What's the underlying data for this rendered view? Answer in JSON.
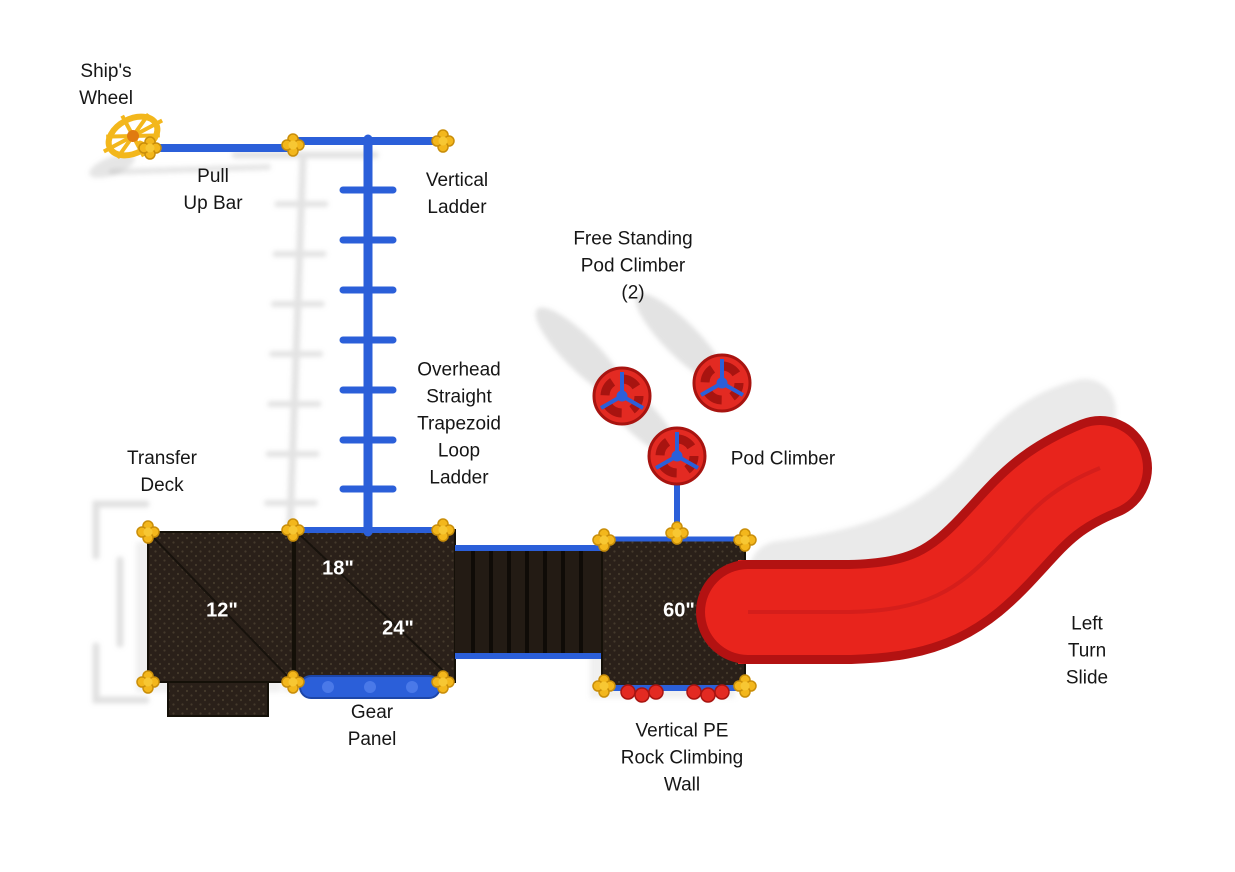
{
  "labels": {
    "ships_wheel": "Ship's\nWheel",
    "pull_up_bar": "Pull\nUp Bar",
    "vertical_ladder": "Vertical\nLadder",
    "free_standing_pod_climber": "Free Standing\nPod Climber\n(2)",
    "overhead_ladder": "Overhead\nStraight\nTrapezoid\nLoop\nLadder",
    "transfer_deck": "Transfer\nDeck",
    "pod_climber": "Pod Climber",
    "gear_panel": "Gear\nPanel",
    "rock_wall": "Vertical PE\nRock Climbing\nWall",
    "left_turn_slide": "Left\nTurn\nSlide"
  },
  "deck_sizes": {
    "deck_12": "12\"",
    "deck_18": "18\"",
    "deck_24": "24\"",
    "deck_60": "60\""
  },
  "colors": {
    "blue": "#2b5fd9",
    "yellow": "#f3b71c",
    "red": "#e8241c",
    "deck_dark": "#2a2019",
    "shadow": "#b9b9b9",
    "label_text": "#161616",
    "deck_label_text": "#ffffff"
  }
}
